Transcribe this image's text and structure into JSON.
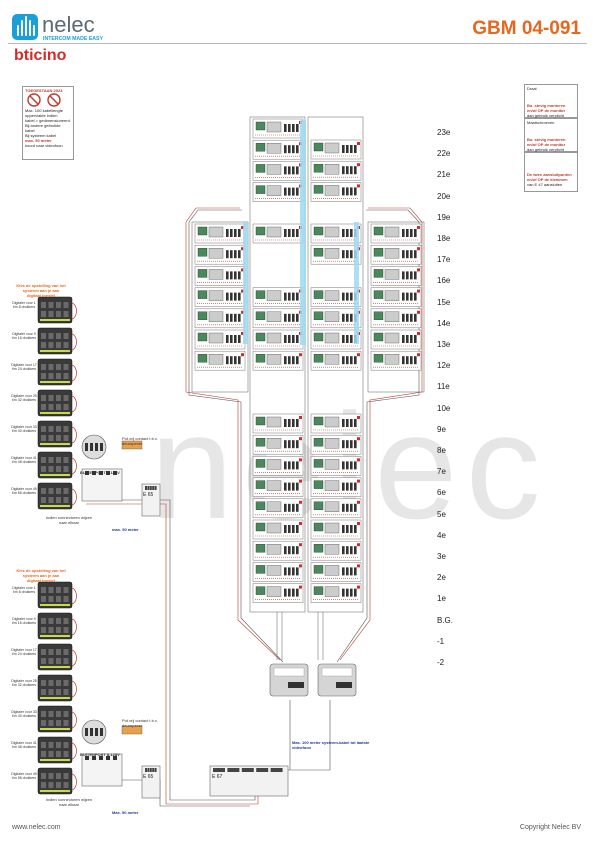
{
  "brand": {
    "name": "nelec",
    "tagline": "INTERCOM MADE EASY",
    "partner": "bticino",
    "accent_orange": "#e8671e",
    "brand_blue": "#1a9fd9",
    "partner_red": "#d22b2b"
  },
  "document": {
    "code": "GBM 04-091"
  },
  "floors": [
    "23e",
    "22e",
    "21e",
    "20e",
    "19e",
    "18e",
    "17e",
    "16e",
    "15e",
    "14e",
    "13e",
    "12e",
    "11e",
    "10e",
    "9e",
    "8e",
    "7e",
    "6e",
    "5e",
    "4e",
    "3e",
    "2e",
    "1e",
    "B.G.",
    "-1",
    "-2"
  ],
  "legend_left": {
    "title": "TOEGESTAAN 2023",
    "lines": [
      "Max. 100 kabellengte",
      "oppervlakte indien",
      "kabel > gedimensioneerd",
      "Bij andere gebruikte",
      "kabel",
      "Bij systeem kabel",
      "max. 50 meter",
      "koord naar videofoon"
    ]
  },
  "legend_right": {
    "top_title": "Draai",
    "top_lines": [
      "Bo. stevig monteren",
      "en/of OP de monitor",
      "dan gebruik verplicht"
    ],
    "mid_title": "Maatschroeven",
    "mid_lines": [
      "Bo. stevig monteren",
      "en/of OP de monitor",
      "dan gebruik verplicht"
    ],
    "bottom_lines": [
      "De twee aansluitpunten",
      "en/of OP de klemmen",
      "van E 47 aansluiten"
    ]
  },
  "panel_groups": [
    {
      "heading": "Kies de opstelling van het systeem aan je aan digitaal toestel",
      "modules": [
        "Digitaler voor 1 t/m 8 drukkers",
        "Digitaler voor 9 t/m 16 drukkers",
        "Digitaler voor 17 t/m 24 drukkers",
        "Digitaler voor 25 t/m 32 drukkers",
        "Digitaler voor 33 t/m 40 drukkers",
        "Digitaler voor 41 t/m 48 drukkers",
        "Digitaler voor 49 t/m 56 drukkers"
      ],
      "contact_label": "Pot.vrij contact t.b.v. deuropener",
      "supply_label": "BUITENPOST 8-128V",
      "footer": "max. 50 meter",
      "connector_note": "Indien connectoren wijzen naar elkaar"
    },
    {
      "heading": "Kies de opstelling van het systeem aan je aan digitaal toestel",
      "modules": [
        "Digitaler voor 1 t/m 8 drukkers",
        "Digitaler voor 9 t/m 16 drukkers",
        "Digitaler voor 17 t/m 24 drukkers",
        "Digitaler voor 25 t/m 32 drukkers",
        "Digitaler voor 33 t/m 40 drukkers",
        "Digitaler voor 41 t/m 48 drukkers",
        "Digitaler voor 49 t/m 56 drukkers"
      ],
      "contact_label": "Pot.vrij contact t.b.v. deuropener",
      "supply_label": "BUITENPOST 8-128V",
      "footer": "Max. 50 meter",
      "connector_note": "Indien connectoren wijzen naar elkaar"
    }
  ],
  "psu_labels": [
    "E 65",
    "E 67"
  ],
  "riser_note": "Max. 100 meter systeem-kabel tot laatste videofoon",
  "footer": {
    "website": "www.nelec.com",
    "copyright": "Copyright Nelec BV"
  }
}
